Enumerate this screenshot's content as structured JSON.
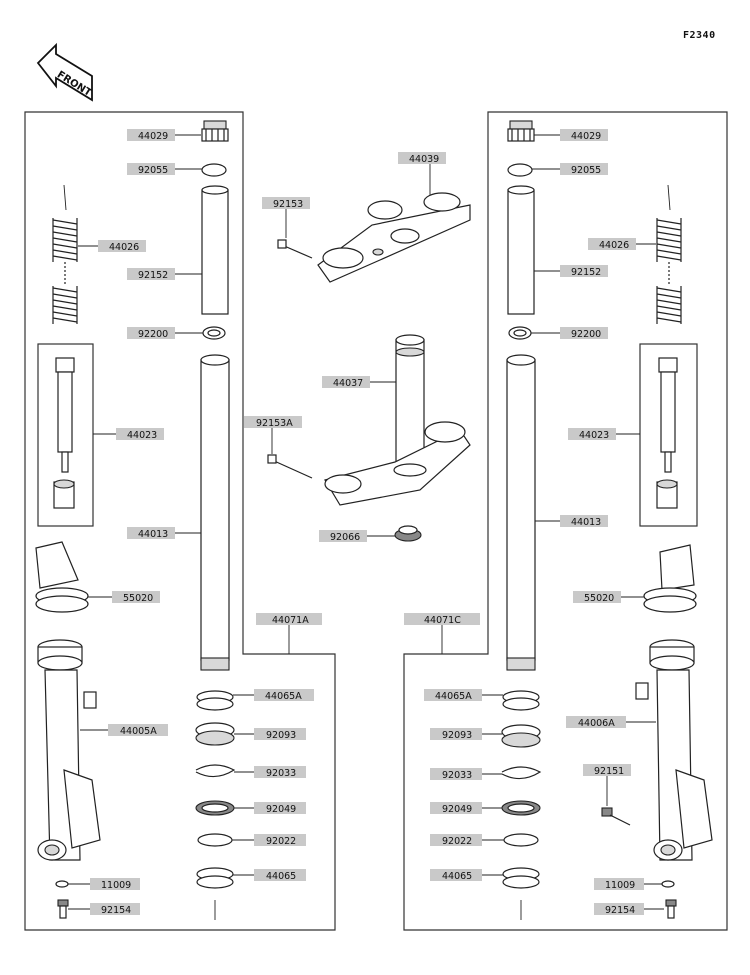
{
  "figure_code": "F2340",
  "front_label": "FRONT",
  "callouts": {
    "left_44029": "44029",
    "left_92055": "92055",
    "left_44026": "44026",
    "left_92152": "92152",
    "left_92200": "92200",
    "left_44023": "44023",
    "left_44013": "44013",
    "left_55020": "55020",
    "left_44071A": "44071A",
    "left_44005A": "44005A",
    "left_44065A": "44065A",
    "left_92093": "92093",
    "left_92033": "92033",
    "left_92049": "92049",
    "left_92022": "92022",
    "left_44065": "44065",
    "left_11009": "11009",
    "left_92154": "92154",
    "center_44039": "44039",
    "center_92153": "92153",
    "center_44037": "44037",
    "center_92153A": "92153A",
    "center_92066": "92066",
    "right_44029": "44029",
    "right_92055": "92055",
    "right_44026": "44026",
    "right_92152": "92152",
    "right_92200": "92200",
    "right_44023": "44023",
    "right_44013": "44013",
    "right_55020": "55020",
    "right_44071C": "44071C",
    "right_44006A": "44006A",
    "right_44065A": "44065A",
    "right_92093": "92093",
    "right_92033": "92033",
    "right_92049": "92049",
    "right_92022": "92022",
    "right_44065": "44065",
    "right_92151": "92151",
    "right_11009": "11009",
    "right_92154": "92154"
  }
}
